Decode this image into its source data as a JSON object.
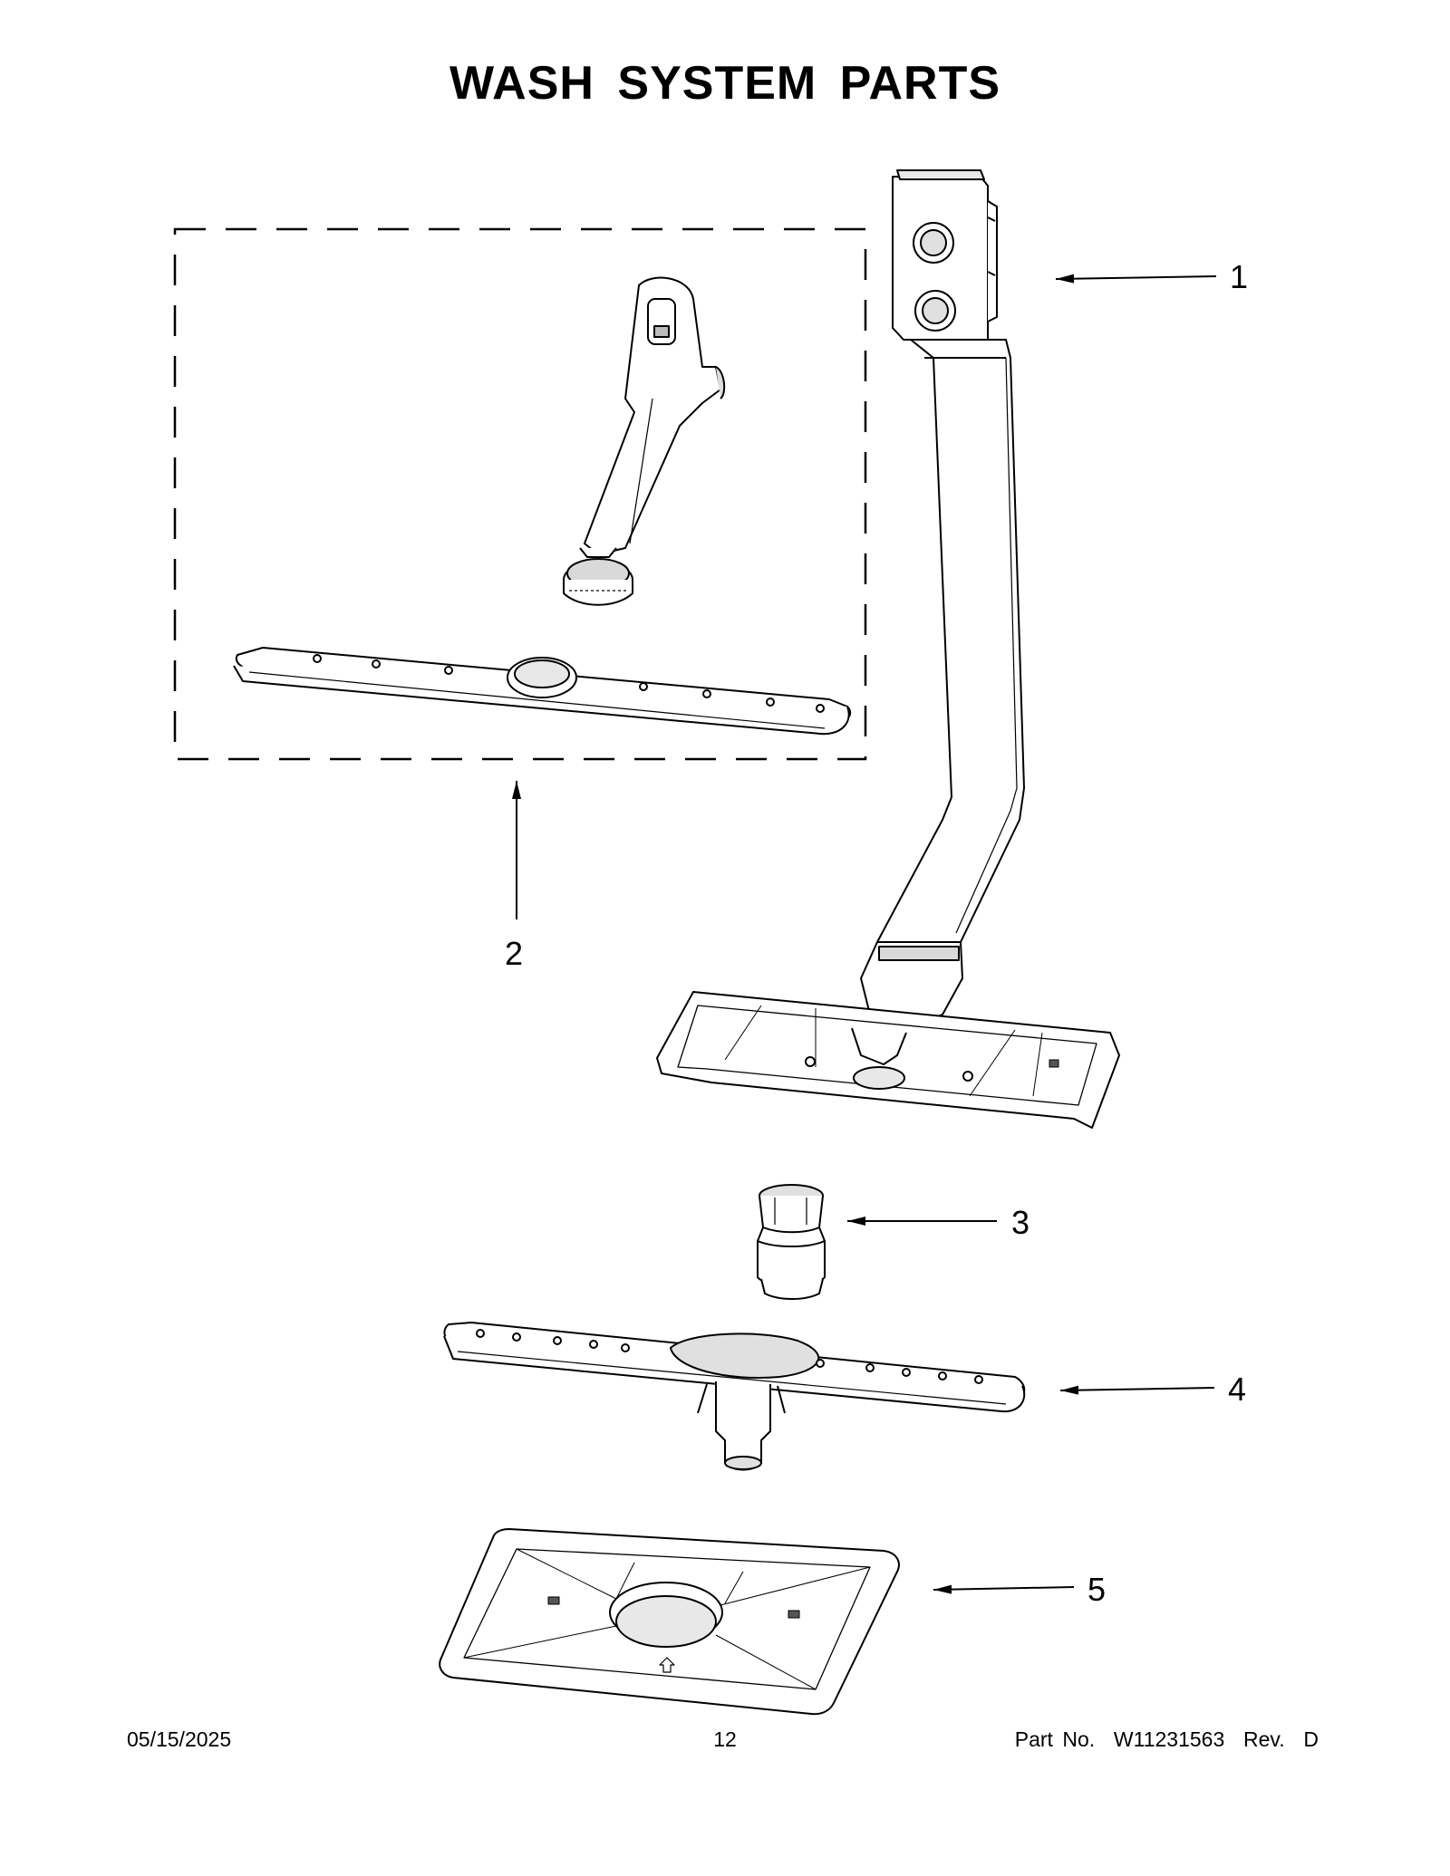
{
  "page": {
    "title": "WASH SYSTEM PARTS"
  },
  "callouts": [
    {
      "id": "1",
      "label": "1"
    },
    {
      "id": "2",
      "label": "2"
    },
    {
      "id": "3",
      "label": "3"
    },
    {
      "id": "4",
      "label": "4"
    },
    {
      "id": "5",
      "label": "5"
    }
  ],
  "footer": {
    "date": "05/15/2025",
    "page_number": "12",
    "part_number": "Part No.  W11231563  Rev.  D"
  },
  "colors": {
    "line": "#000000",
    "shade": "#d9d9d9",
    "shade_dark": "#a8a8a8",
    "background": "#ffffff"
  }
}
